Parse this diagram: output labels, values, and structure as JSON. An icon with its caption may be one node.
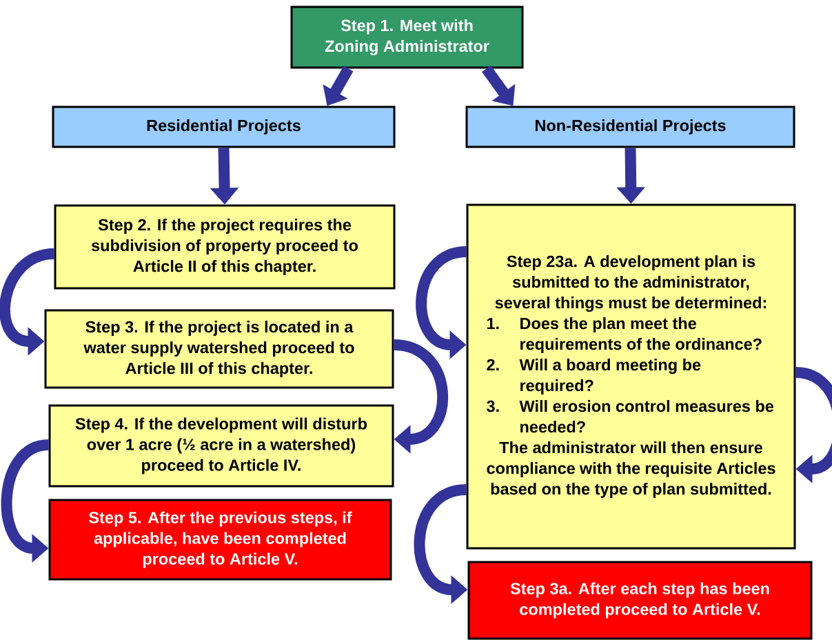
{
  "diagram": {
    "nodes": [
      {
        "text": [
          "Step 1. Meet with Zoning Administrator"
        ]
      },
      {
        "text": [
          "Residential Projects"
        ]
      },
      {
        "text": [
          "Non-Residential Projects"
        ]
      },
      {
        "text": [
          "Step 2. If the project requires the subdivision of property proceed to Article II of this chapter."
        ]
      },
      {
        "text": [
          "Step 3. If the project is located in a water supply watershed proceed to Article III of this chapter."
        ]
      },
      {
        "text": [
          "Step 4. If the development will disturb over 1 acre (½ acre in a watershed) proceed to Article IV."
        ]
      },
      {
        "text": [
          "Step 5. After the previous steps, if applicable, have been completed proceed to Article V."
        ]
      },
      {
        "text": [
          "Step 23a. A development plan is submitted to the administrator, several things must be determined:",
          "1.",
          "Does the plan meet the requirements of the ordinance?",
          "2.",
          "Will a board meeting be required?",
          "3.",
          "Will erosion control measures be needed?",
          "The administrator will then ensure compliance with the requisite Articles based on the type of plan submitted."
        ]
      },
      {
        "text": [
          "Step 3a. After each step has been completed proceed to Article V."
        ]
      }
    ],
    "edges": [
      {
        "from": 0,
        "to": 1,
        "arrow": "to"
      },
      {
        "from": 0,
        "to": 2,
        "arrow": "to"
      },
      {
        "from": 1,
        "to": 3,
        "arrow": "to"
      },
      {
        "from": 2,
        "to": 7,
        "arrow": "to"
      },
      {
        "from": 3,
        "to": 4,
        "arrow": "to"
      },
      {
        "from": 4,
        "to": 5,
        "arrow": "to"
      },
      {
        "from": 5,
        "to": 6,
        "arrow": "to"
      },
      {
        "from": 7,
        "to": 7,
        "arrow": "to"
      },
      {
        "from": 7,
        "to": 7,
        "arrow": "to"
      },
      {
        "from": 7,
        "to": 8,
        "arrow": "to"
      }
    ]
  }
}
